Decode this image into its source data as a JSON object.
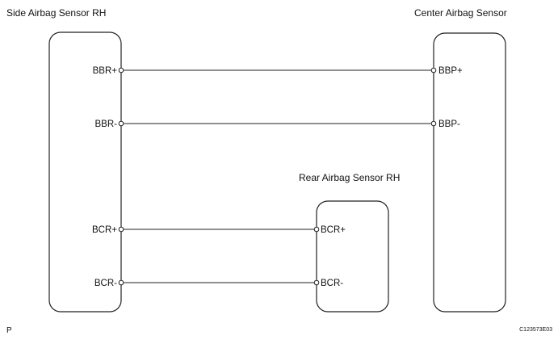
{
  "components": {
    "side_sensor": {
      "title": "Side Airbag Sensor RH",
      "pins": [
        "BBR+",
        "BBR-",
        "BCR+",
        "BCR-"
      ]
    },
    "center_sensor": {
      "title": "Center  Airbag Sensor",
      "pins": [
        "BBP+",
        "BBP-"
      ]
    },
    "rear_sensor": {
      "title": "Rear Airbag Sensor RH",
      "pins": [
        "BCR+",
        "BCR-"
      ]
    }
  },
  "connections": [
    {
      "from": "BBR+",
      "to": "BBP+"
    },
    {
      "from": "BBR-",
      "to": "BBP-"
    },
    {
      "from": "BCR+",
      "to": "BCR+"
    },
    {
      "from": "BCR-",
      "to": "BCR-"
    }
  ],
  "corner_labels": {
    "left": "P",
    "right": "C123573E03"
  },
  "colors": {
    "line": "#222222",
    "box_stroke": "#222222"
  }
}
